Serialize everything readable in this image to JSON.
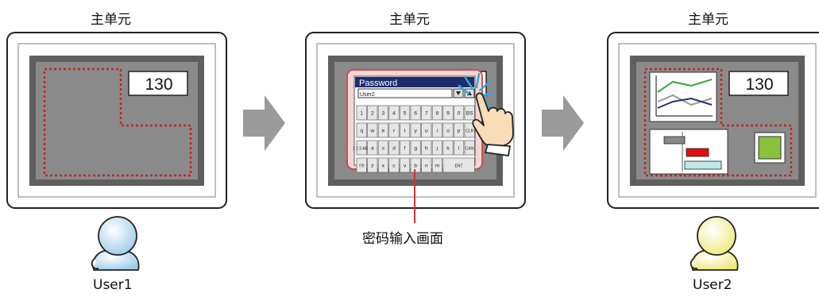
{
  "unit_title": "主单元",
  "panel1": {
    "display_value": "130"
  },
  "panel3": {
    "display_value": "130"
  },
  "password_screen": {
    "title": "Password",
    "input_value": "User2",
    "keys_row1": [
      "1",
      "2",
      "3",
      "4",
      "5",
      "6",
      "7",
      "8",
      "9",
      "0",
      "BS"
    ],
    "keys_row2": [
      "q",
      "w",
      "e",
      "r",
      "t",
      "y",
      "u",
      "i",
      "o",
      "p",
      "CLR"
    ],
    "keys_row3": [
      "1 2 3 ABC",
      "a",
      "s",
      "d",
      "f",
      "g",
      "h",
      "j",
      "k",
      "l",
      "CAN"
    ],
    "keys_row4": [
      "!?#",
      "z",
      "x",
      "c",
      "v",
      "b",
      "n",
      "m",
      "ENT"
    ]
  },
  "password_screen_label": "密码输入画面",
  "users": {
    "user1": "User1",
    "user2": "User2"
  },
  "colors": {
    "dotted_border": "#cc2222",
    "panel_bg": "#8a8a8a",
    "bezel": "#5f5f5f",
    "arrow": "#9a9a9a",
    "user1_body": "#b8d8f0",
    "user2_body": "#f5f3a0",
    "chart_green": "#33aa33",
    "chart_gray": "#999999",
    "chart_navy": "#223377",
    "gantt_red": "#dd1111",
    "gantt_cyan": "#bde8e8",
    "gantt_gray": "#888888",
    "lamp_green": "#88c23a"
  },
  "icons": [
    "hand-pointer-icon",
    "user1-avatar-icon",
    "user2-avatar-icon",
    "arrow-right-icon",
    "line-chart-icon",
    "gantt-chart-icon",
    "green-lamp-icon",
    "down-arrow-icon"
  ]
}
